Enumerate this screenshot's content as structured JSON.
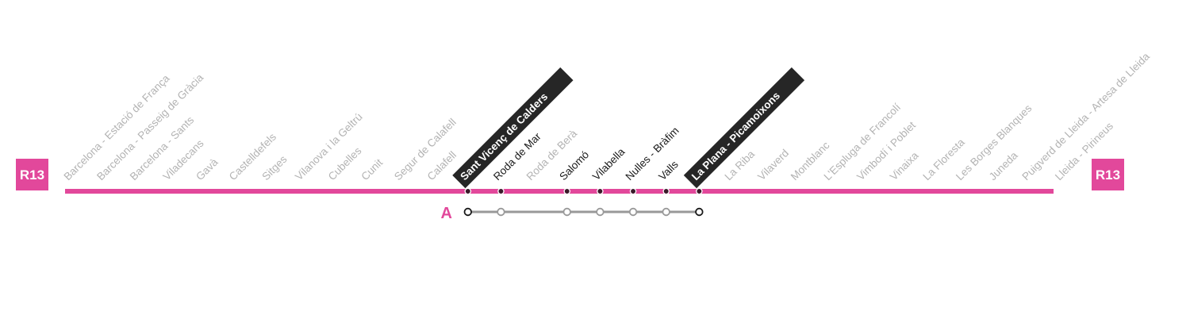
{
  "line": {
    "name": "R13",
    "color": "#e2489b",
    "inactive_text_color": "#b3b3b3",
    "active_text_color": "#1a1a1a",
    "highlight_bg": "#262626"
  },
  "stations": [
    {
      "name": "Barcelona - Estació de França",
      "status": "inactive"
    },
    {
      "name": "Barcelona - Passeig de Gràcia",
      "status": "inactive"
    },
    {
      "name": "Barcelona - Sants",
      "status": "inactive"
    },
    {
      "name": "Viladecans",
      "status": "inactive"
    },
    {
      "name": "Gavà",
      "status": "inactive"
    },
    {
      "name": "Castelldefels",
      "status": "inactive"
    },
    {
      "name": "Sitges",
      "status": "inactive"
    },
    {
      "name": "Vilanova i la Geltrú",
      "status": "inactive"
    },
    {
      "name": "Cubelles",
      "status": "inactive"
    },
    {
      "name": "Cunit",
      "status": "inactive"
    },
    {
      "name": "Segur de Calafell",
      "status": "inactive"
    },
    {
      "name": "Calafell",
      "status": "inactive"
    },
    {
      "name": "Sant Vicenç de Calders",
      "status": "terminus"
    },
    {
      "name": "Roda de Mar",
      "status": "stop"
    },
    {
      "name": "Roda de Berà",
      "status": "inactive"
    },
    {
      "name": "Salomó",
      "status": "stop"
    },
    {
      "name": "Vilabella",
      "status": "stop"
    },
    {
      "name": "Nulles - Bràfim",
      "status": "stop"
    },
    {
      "name": "Valls",
      "status": "stop"
    },
    {
      "name": "La Plana - Picamoixons",
      "status": "terminus"
    },
    {
      "name": "La Riba",
      "status": "inactive"
    },
    {
      "name": "Vilaverd",
      "status": "inactive"
    },
    {
      "name": "Montblanc",
      "status": "inactive"
    },
    {
      "name": "L'Espluga de Francolí",
      "status": "inactive"
    },
    {
      "name": "Vimbodí i Poblet",
      "status": "inactive"
    },
    {
      "name": "Vinaixa",
      "status": "inactive"
    },
    {
      "name": "La Floresta",
      "status": "inactive"
    },
    {
      "name": "Les Borges Blanques",
      "status": "inactive"
    },
    {
      "name": "Juneda",
      "status": "inactive"
    },
    {
      "name": "Puigverd de Lleida - Artesa de Lleida",
      "status": "inactive"
    },
    {
      "name": "Lleida - Pirineus",
      "status": "inactive"
    }
  ],
  "service": {
    "letter": "A",
    "line_color": "#999999",
    "from_station": 12,
    "to_station": 19,
    "stops": [
      12,
      13,
      15,
      16,
      17,
      18,
      19
    ]
  }
}
